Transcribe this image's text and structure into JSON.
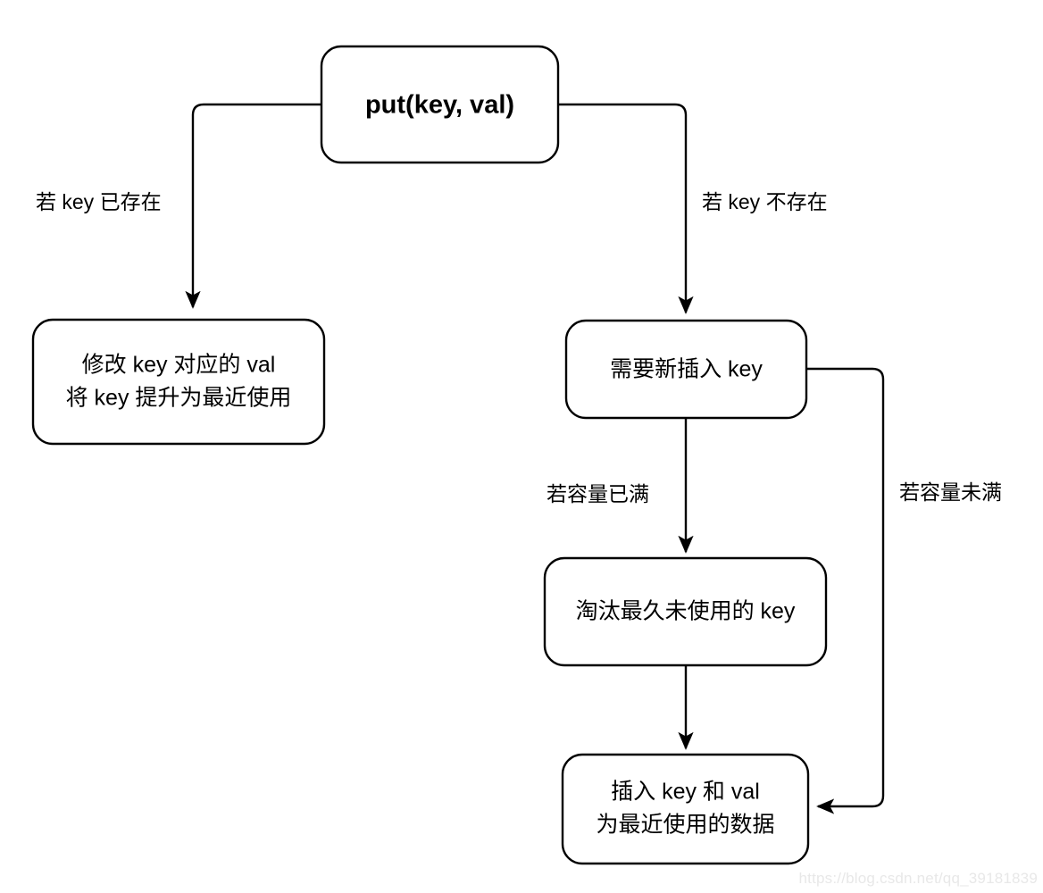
{
  "diagram": {
    "title": "put(key, val) LRU flowchart",
    "background_color": "#ffffff",
    "stroke_color": "#000000",
    "node_fill_color": "#ffffff",
    "nodes": {
      "root": {
        "label": "put(key, val)"
      },
      "update_existing": {
        "line1": "修改 key 对应的 val",
        "line2": "将 key 提升为最近使用"
      },
      "insert_new": {
        "label": "需要新插入 key"
      },
      "evict_lru": {
        "label": "淘汰最久未使用的 key"
      },
      "insert_recent": {
        "line1": "插入 key 和 val",
        "line2": "为最近使用的数据"
      }
    },
    "edge_labels": {
      "key_exists": "若 key 已存在",
      "key_absent": "若 key 不存在",
      "capacity_full": "若容量已满",
      "capacity_not_full": "若容量未满"
    }
  },
  "watermark": {
    "text": "https://blog.csdn.net/qq_39181839"
  }
}
